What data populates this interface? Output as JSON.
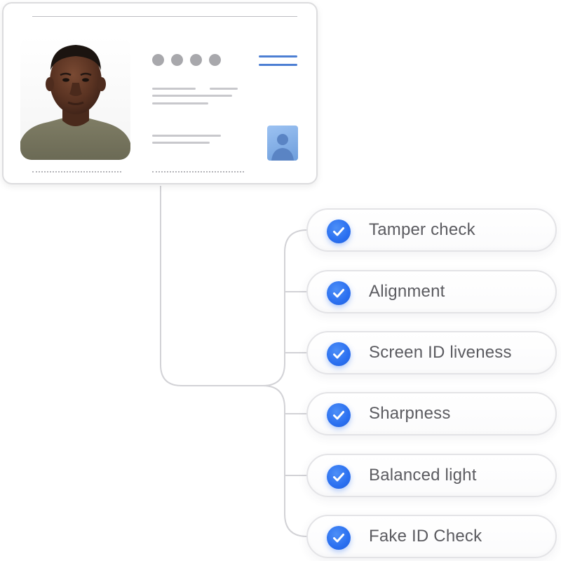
{
  "id_card": {
    "portrait": "person-portrait-photo",
    "indicator_dots": 4,
    "menu_icon": "menu-icon",
    "avatar_icon": "person-avatar-icon",
    "accent_color": "#4d7fd3"
  },
  "checks": [
    {
      "label": "Tamper check",
      "status_icon": "check-circle-icon"
    },
    {
      "label": "Alignment",
      "status_icon": "check-circle-icon"
    },
    {
      "label": "Screen ID liveness",
      "status_icon": "check-circle-icon"
    },
    {
      "label": "Sharpness",
      "status_icon": "check-circle-icon"
    },
    {
      "label": "Balanced light",
      "status_icon": "check-circle-icon"
    },
    {
      "label": "Fake ID Check",
      "status_icon": "check-circle-icon"
    }
  ],
  "colors": {
    "check_blue": "#2a6ff0",
    "connector": "#d2d2d6",
    "label_text": "#5b5b60"
  }
}
